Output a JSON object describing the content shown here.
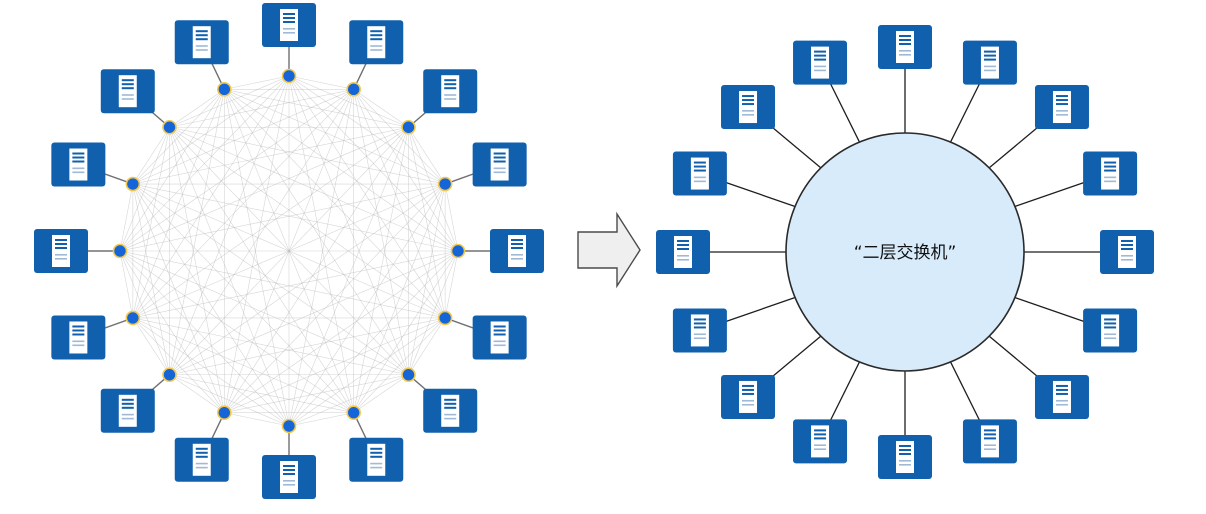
{
  "mesh_network": {
    "host_count": 16
  },
  "star_network": {
    "host_count": 16,
    "switch_label": "“二层交换机”"
  },
  "colors": {
    "host_fill": "#1160ad",
    "port_fill": "#1565d8",
    "port_ring": "#f3c84b",
    "switch_fill": "#d7ebfb"
  },
  "icons": {
    "host": "server-tower-icon",
    "transition": "right-arrow-icon"
  }
}
